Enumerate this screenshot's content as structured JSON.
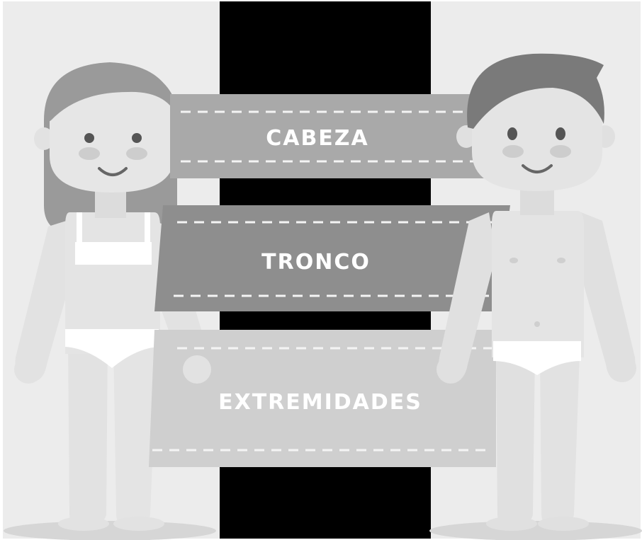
{
  "banners": [
    {
      "id": "cabeza",
      "label": "CABEZA"
    },
    {
      "id": "tronco",
      "label": "TRONCO"
    },
    {
      "id": "extremidades",
      "label": "EXTREMIDADES"
    }
  ],
  "colors": {
    "background_side": "#ececec",
    "background_center": "#000000",
    "banner_top": "#a9a9a9",
    "banner_middle": "#8e8e8e",
    "banner_bottom": "#cfcfcf",
    "skin": "#e2e2e2",
    "hair_girl": "#9a9a9a",
    "hair_boy": "#7a7a7a",
    "underwear": "#ffffff"
  }
}
